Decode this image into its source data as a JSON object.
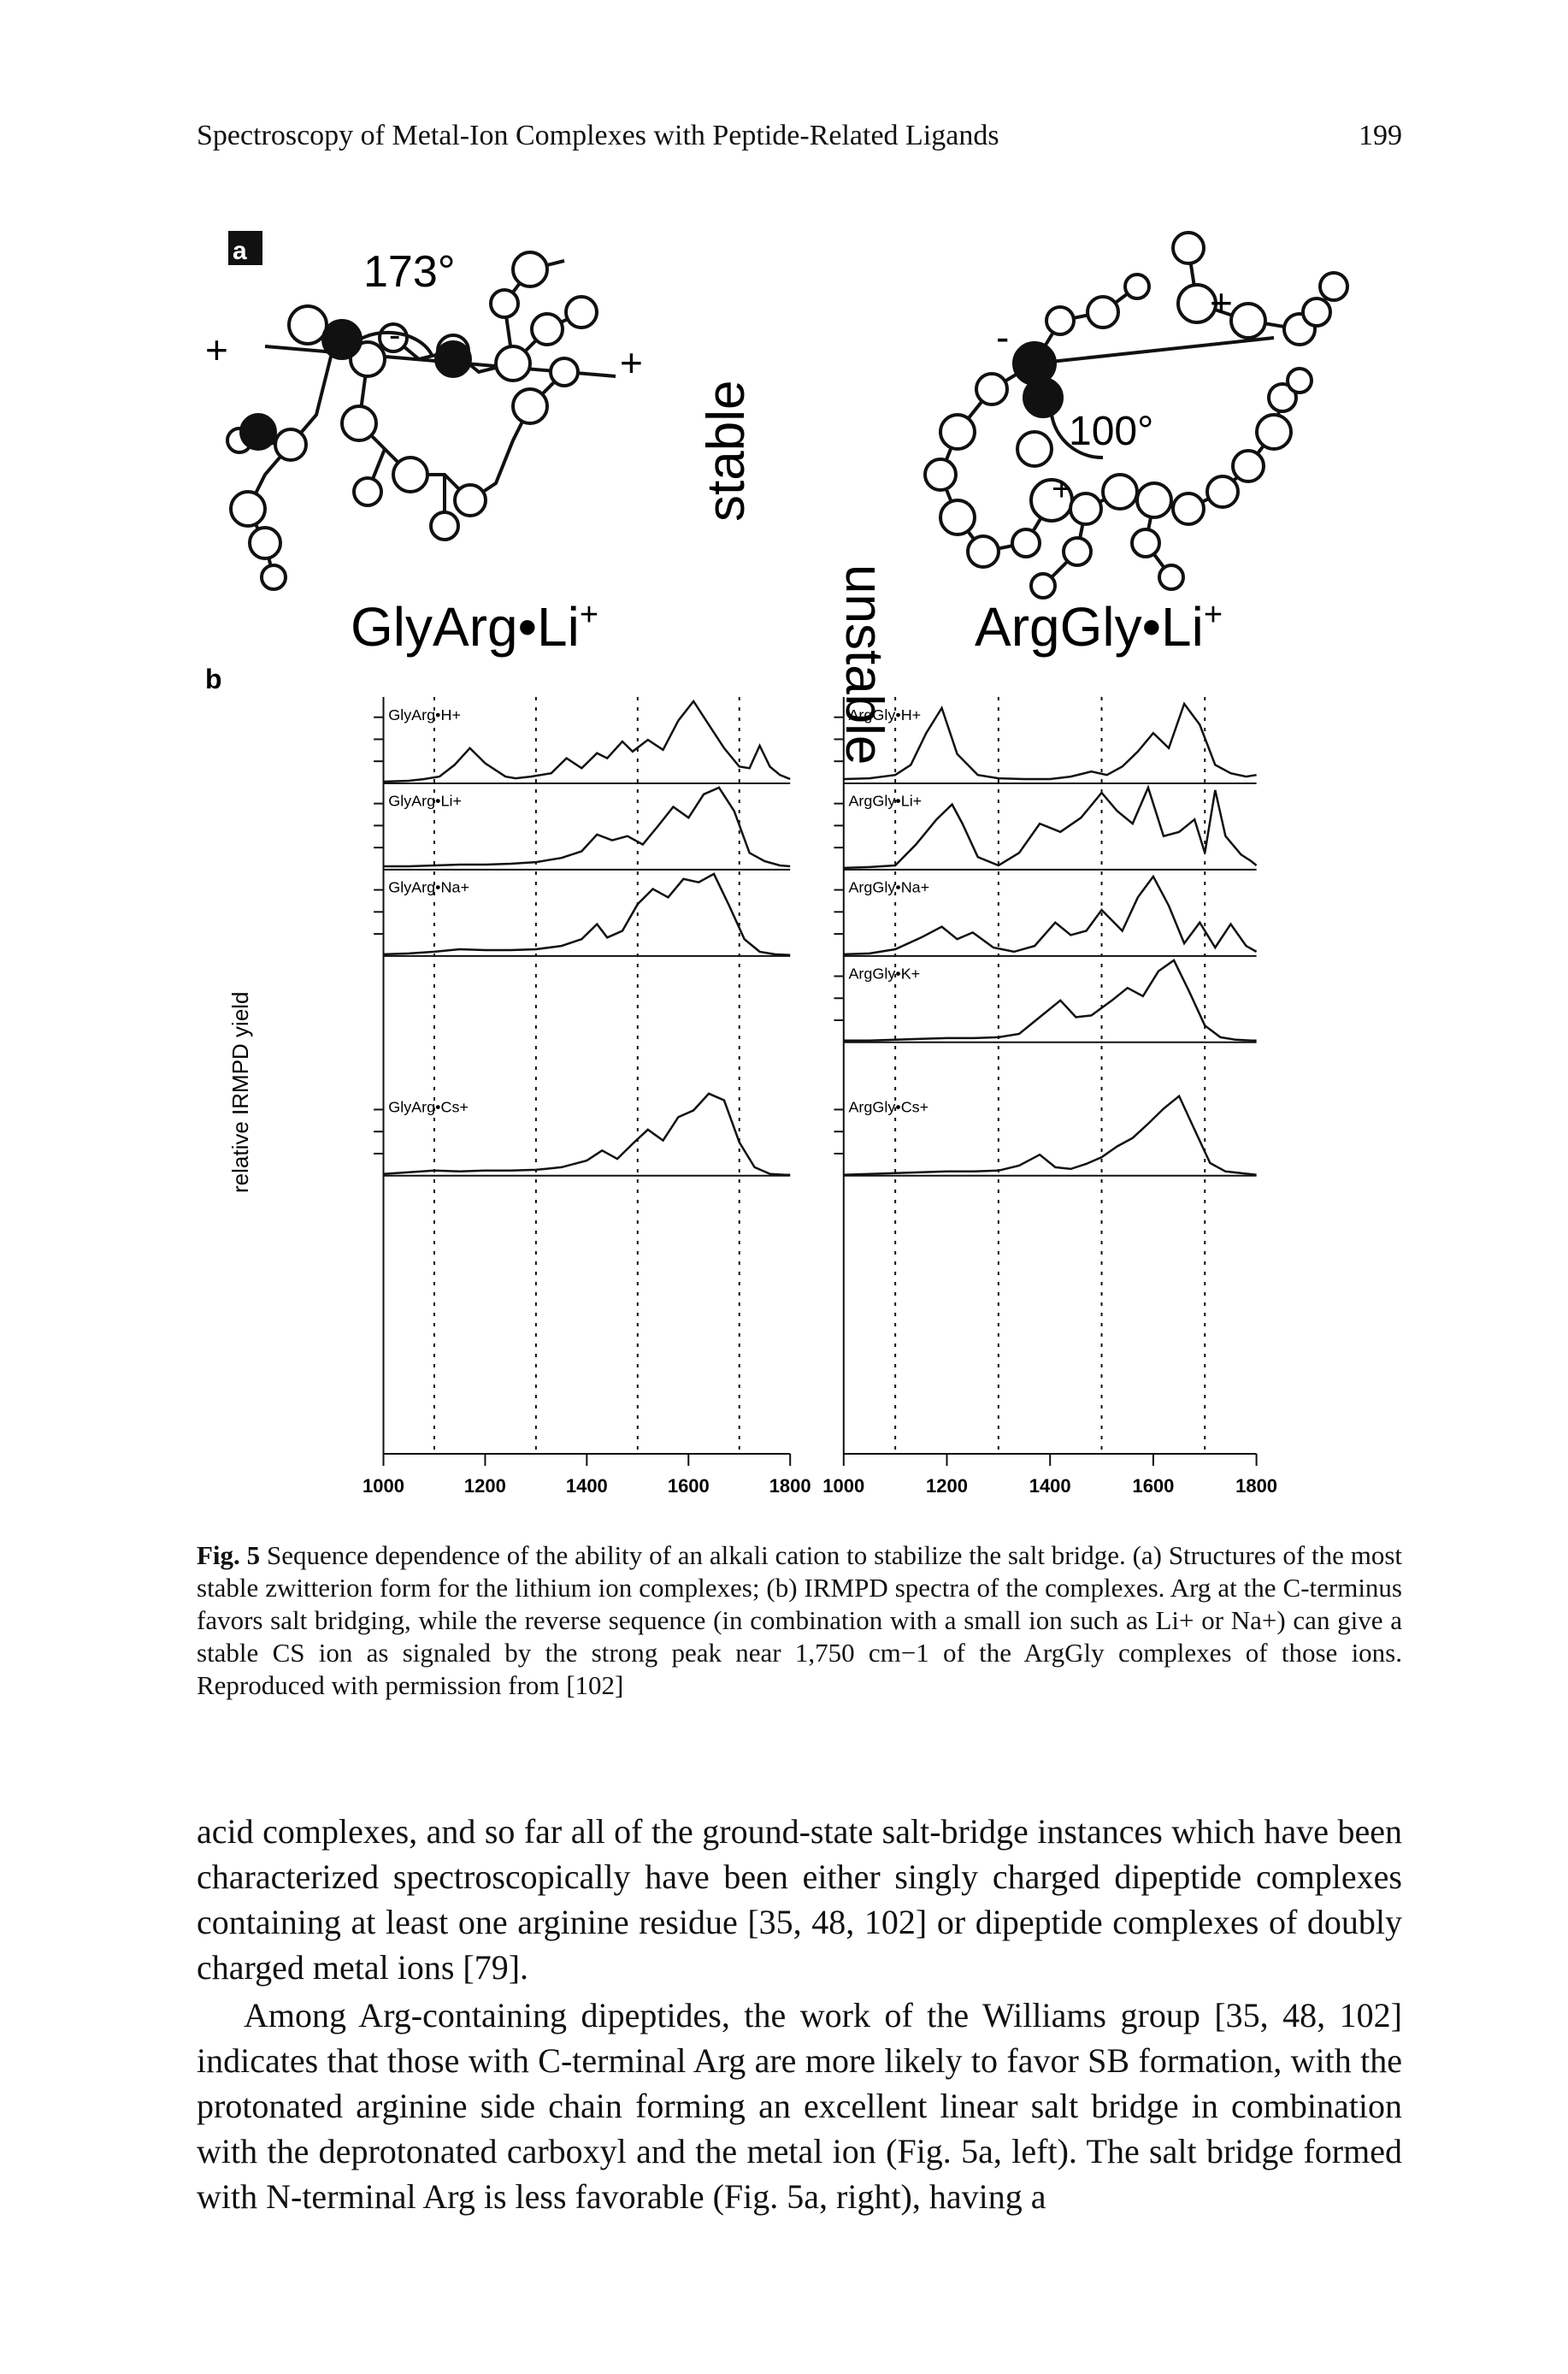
{
  "header": {
    "running_title": "Spectroscopy of Metal-Ion Complexes with Peptide-Related Ligands",
    "page_number": "199"
  },
  "figure": {
    "panel_a": {
      "label": "a",
      "angle_left": "173°",
      "angle_right": "100°",
      "plus": "+",
      "minus": "-",
      "stable": "stable",
      "unstable": "unstable",
      "left_structure_name": "GlyArg•Li",
      "right_structure_name": "ArgGly•Li",
      "superscript_plus": "+"
    },
    "panel_b": {
      "label": "b",
      "ylabel": "relative IRMPD yield",
      "x_ticks": [
        "1000",
        "1200",
        "1400",
        "1600",
        "1800"
      ],
      "left_traces": [
        "GlyArg•H+",
        "GlyArg•Li+",
        "GlyArg•Na+",
        "GlyArg•Cs+"
      ],
      "right_traces": [
        "ArgGly•H+",
        "ArgGly•Li+",
        "ArgGly•Na+",
        "ArgGly•K+",
        "ArgGly•Cs+"
      ]
    }
  },
  "chart_data": {
    "type": "line",
    "x_range": [
      1000,
      1800
    ],
    "x_ticks": [
      1000,
      1200,
      1400,
      1600,
      1800
    ],
    "ylabel": "relative IRMPD yield",
    "reference_lines_x": [
      1100,
      1300,
      1500,
      1700
    ],
    "grid": false,
    "panels": [
      {
        "name": "GlyArg•H+",
        "x": [
          1000,
          1050,
          1080,
          1110,
          1140,
          1170,
          1200,
          1240,
          1260,
          1290,
          1330,
          1360,
          1390,
          1420,
          1440,
          1470,
          1490,
          1520,
          1550,
          1580,
          1610,
          1640,
          1670,
          1700,
          1720,
          1740,
          1760,
          1780,
          1800
        ],
        "y": [
          0.02,
          0.03,
          0.05,
          0.08,
          0.22,
          0.42,
          0.24,
          0.08,
          0.06,
          0.08,
          0.12,
          0.3,
          0.18,
          0.36,
          0.3,
          0.5,
          0.38,
          0.52,
          0.4,
          0.75,
          0.98,
          0.7,
          0.42,
          0.2,
          0.18,
          0.45,
          0.2,
          0.1,
          0.05
        ]
      },
      {
        "name": "GlyArg•Li+",
        "x": [
          1000,
          1050,
          1100,
          1150,
          1200,
          1250,
          1300,
          1350,
          1390,
          1420,
          1450,
          1480,
          1510,
          1540,
          1570,
          1600,
          1630,
          1660,
          1690,
          1720,
          1750,
          1780,
          1800
        ],
        "y": [
          0.04,
          0.04,
          0.05,
          0.06,
          0.06,
          0.07,
          0.09,
          0.14,
          0.22,
          0.42,
          0.35,
          0.4,
          0.3,
          0.52,
          0.75,
          0.62,
          0.9,
          0.98,
          0.7,
          0.2,
          0.1,
          0.05,
          0.04
        ]
      },
      {
        "name": "GlyArg•Na+",
        "x": [
          1000,
          1050,
          1100,
          1150,
          1200,
          1250,
          1300,
          1350,
          1390,
          1420,
          1440,
          1470,
          1500,
          1530,
          1560,
          1590,
          1620,
          1650,
          1680,
          1710,
          1740,
          1770,
          1800
        ],
        "y": [
          0.02,
          0.03,
          0.05,
          0.08,
          0.07,
          0.07,
          0.08,
          0.12,
          0.2,
          0.38,
          0.22,
          0.3,
          0.62,
          0.8,
          0.7,
          0.92,
          0.88,
          0.98,
          0.6,
          0.2,
          0.05,
          0.02,
          0.01
        ]
      },
      {
        "name": "GlyArg•Cs+",
        "x": [
          1000,
          1050,
          1100,
          1150,
          1200,
          1250,
          1300,
          1350,
          1400,
          1430,
          1460,
          1490,
          1520,
          1550,
          1580,
          1610,
          1640,
          1670,
          1700,
          1730,
          1760,
          1790,
          1800
        ],
        "y": [
          0.02,
          0.04,
          0.06,
          0.05,
          0.06,
          0.06,
          0.07,
          0.1,
          0.18,
          0.3,
          0.2,
          0.38,
          0.55,
          0.42,
          0.7,
          0.78,
          0.98,
          0.9,
          0.4,
          0.1,
          0.02,
          0.01,
          0.01
        ]
      },
      {
        "name": "ArgGly•H+",
        "x": [
          1000,
          1050,
          1100,
          1130,
          1160,
          1190,
          1220,
          1260,
          1300,
          1350,
          1400,
          1440,
          1480,
          1510,
          1540,
          1570,
          1600,
          1630,
          1660,
          1690,
          1720,
          1750,
          1780,
          1800
        ],
        "y": [
          0.05,
          0.06,
          0.1,
          0.22,
          0.6,
          0.9,
          0.35,
          0.1,
          0.06,
          0.05,
          0.05,
          0.08,
          0.14,
          0.1,
          0.2,
          0.38,
          0.6,
          0.42,
          0.95,
          0.7,
          0.22,
          0.12,
          0.08,
          0.1
        ]
      },
      {
        "name": "ArgGly•Li+",
        "x": [
          1000,
          1050,
          1100,
          1140,
          1180,
          1210,
          1230,
          1260,
          1300,
          1340,
          1380,
          1420,
          1460,
          1500,
          1530,
          1560,
          1590,
          1620,
          1650,
          1680,
          1700,
          1720,
          1740,
          1770,
          1790,
          1800
        ],
        "y": [
          0.02,
          0.03,
          0.05,
          0.3,
          0.6,
          0.78,
          0.55,
          0.15,
          0.05,
          0.2,
          0.55,
          0.45,
          0.62,
          0.92,
          0.7,
          0.55,
          0.98,
          0.4,
          0.45,
          0.6,
          0.2,
          0.95,
          0.4,
          0.18,
          0.1,
          0.05
        ]
      },
      {
        "name": "ArgGly•Na+",
        "x": [
          1000,
          1050,
          1100,
          1150,
          1190,
          1220,
          1250,
          1290,
          1330,
          1370,
          1410,
          1440,
          1470,
          1500,
          1540,
          1570,
          1600,
          1630,
          1660,
          1690,
          1720,
          1750,
          1780,
          1800
        ],
        "y": [
          0.02,
          0.03,
          0.08,
          0.22,
          0.35,
          0.2,
          0.28,
          0.1,
          0.05,
          0.12,
          0.4,
          0.25,
          0.3,
          0.55,
          0.3,
          0.7,
          0.95,
          0.6,
          0.15,
          0.4,
          0.1,
          0.38,
          0.12,
          0.05
        ]
      },
      {
        "name": "ArgGly•K+",
        "x": [
          1000,
          1050,
          1100,
          1150,
          1200,
          1250,
          1300,
          1340,
          1380,
          1420,
          1450,
          1480,
          1520,
          1550,
          1580,
          1610,
          1640,
          1670,
          1700,
          1730,
          1760,
          1790,
          1800
        ],
        "y": [
          0.02,
          0.02,
          0.03,
          0.04,
          0.05,
          0.05,
          0.06,
          0.1,
          0.3,
          0.5,
          0.3,
          0.32,
          0.5,
          0.65,
          0.55,
          0.85,
          0.98,
          0.6,
          0.2,
          0.06,
          0.03,
          0.02,
          0.02
        ]
      },
      {
        "name": "ArgGly•Cs+",
        "x": [
          1000,
          1050,
          1100,
          1150,
          1200,
          1250,
          1300,
          1340,
          1380,
          1410,
          1440,
          1470,
          1500,
          1530,
          1560,
          1590,
          1620,
          1650,
          1680,
          1710,
          1740,
          1770,
          1800
        ],
        "y": [
          0.01,
          0.02,
          0.03,
          0.04,
          0.05,
          0.05,
          0.06,
          0.12,
          0.25,
          0.1,
          0.08,
          0.14,
          0.22,
          0.35,
          0.45,
          0.62,
          0.8,
          0.95,
          0.55,
          0.15,
          0.05,
          0.03,
          0.01
        ]
      }
    ]
  },
  "caption": {
    "label": "Fig. 5",
    "text": "Sequence dependence of the ability of an alkali cation to stabilize the salt bridge. (a) Structures of the most stable zwitterion form for the lithium ion complexes; (b) IRMPD spectra of the complexes. Arg at the C-terminus favors salt bridging, while the reverse sequence (in combination with a small ion such as Li+ or Na+) can give a stable CS ion as signaled by the strong peak near 1,750 cm−1 of the ArgGly complexes of those ions. Reproduced with permission from [102]"
  },
  "body": {
    "paragraph_1": "acid complexes, and so far all of the ground-state salt-bridge instances which have been characterized spectroscopically have been either singly charged dipeptide complexes containing at least one arginine residue [35, 48, 102] or dipeptide complexes of doubly charged metal ions [79].",
    "paragraph_2": "Among Arg-containing dipeptides, the work of the Williams group [35, 48, 102] indicates that those with C-terminal Arg are more likely to favor SB formation, with the protonated arginine side chain forming an excellent linear salt bridge in combination with the deprotonated carboxyl and the metal ion (Fig. 5a, left). The salt bridge formed with N-terminal Arg is less favorable (Fig. 5a, right), having a"
  }
}
